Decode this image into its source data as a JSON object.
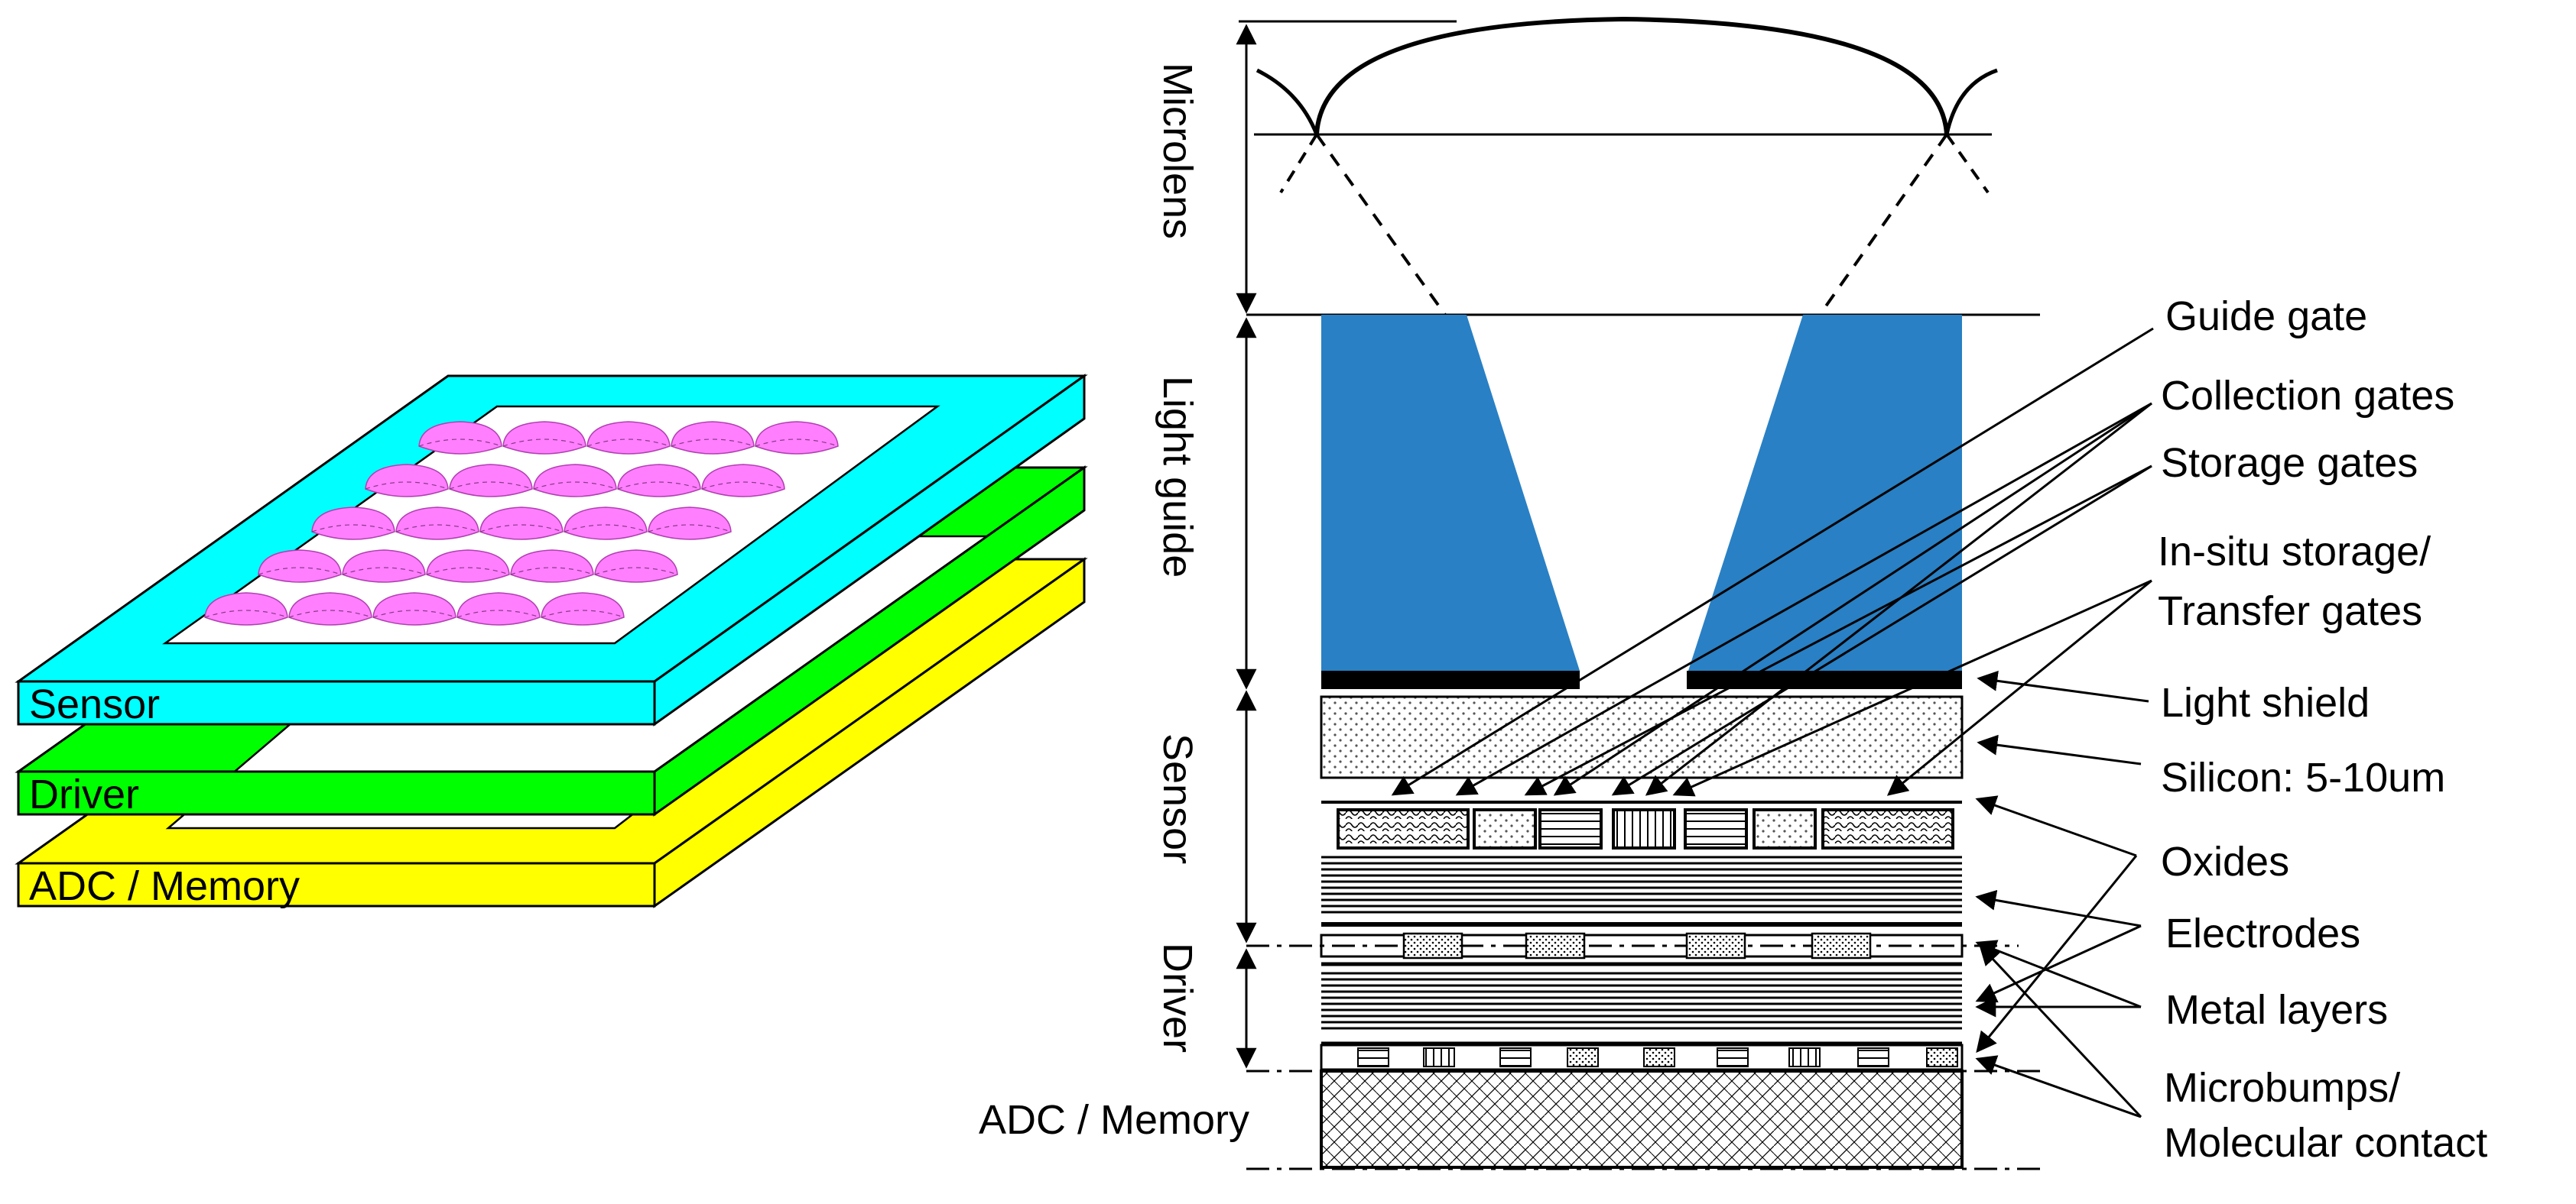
{
  "stack_view": {
    "layers": [
      {
        "id": "sensor",
        "label": "Sensor",
        "color": "#00ffff"
      },
      {
        "id": "driver",
        "label": "Driver",
        "color": "#00ff00"
      },
      {
        "id": "adc",
        "label": "ADC / Memory",
        "color": "#ffff00"
      }
    ],
    "microlens_color": "#ff7fff",
    "microlens_grid": {
      "rows": 5,
      "cols": 5
    }
  },
  "cross_section": {
    "dimension_labels": {
      "microlens": "Microlens",
      "light_guide": "Light guide",
      "sensor": "Sensor",
      "driver": "Driver",
      "adc_memory": "ADC / Memory"
    },
    "light_guide_color": "#2980c4",
    "callouts": {
      "guide_gate": "Guide gate",
      "collection_gates": "Collection gates",
      "storage_gates": "Storage gates",
      "in_situ_line1": "In-situ storage/",
      "in_situ_line2": "Transfer gates",
      "light_shield": "Light shield",
      "silicon": "Silicon: 5-10um",
      "oxides": "Oxides",
      "electrodes": "Electrodes",
      "metal_layers": "Metal layers",
      "microbumps_line1": "Microbumps/",
      "microbumps_line2": "Molecular contact"
    }
  }
}
